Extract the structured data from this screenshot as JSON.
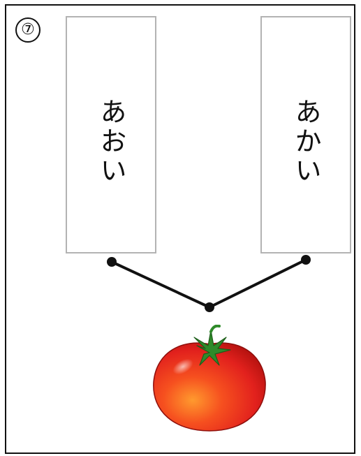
{
  "question": {
    "number": "⑦"
  },
  "cards": [
    {
      "id": "left",
      "text": "あおい"
    },
    {
      "id": "right",
      "text": "あかい"
    }
  ],
  "picture": {
    "icon": "tomato-icon",
    "colors": {
      "fruit": "#e8231f",
      "highlight": "#ff8a2a",
      "stem": "#2f8a2a",
      "line": "#111111",
      "card_border": "#b3b3b3"
    }
  },
  "answer": {
    "connected_cards": [
      "left",
      "right"
    ]
  }
}
